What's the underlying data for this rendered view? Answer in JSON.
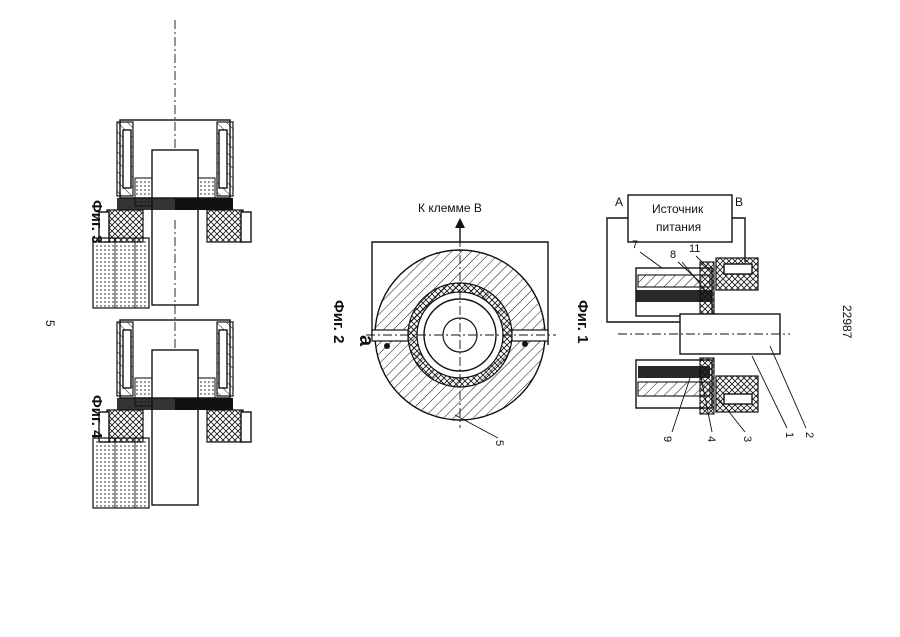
{
  "sheet": {
    "page_number": "5",
    "document_number": "22987"
  },
  "fig1": {
    "title": "Фиг. 1",
    "source_label_line1": "Источник",
    "source_label_line2": "питания",
    "terminal_a": "A",
    "terminal_b": "B",
    "callouts": [
      "1",
      "2",
      "3",
      "4",
      "7",
      "8",
      "9",
      "11"
    ]
  },
  "fig2": {
    "title": "Фиг. 2",
    "lead_label": "К клемме B",
    "side_letter": "a",
    "callouts": [
      "5"
    ]
  },
  "fig3": {
    "title": "Фиг. 3"
  },
  "fig4": {
    "title": "Фиг. 4"
  }
}
